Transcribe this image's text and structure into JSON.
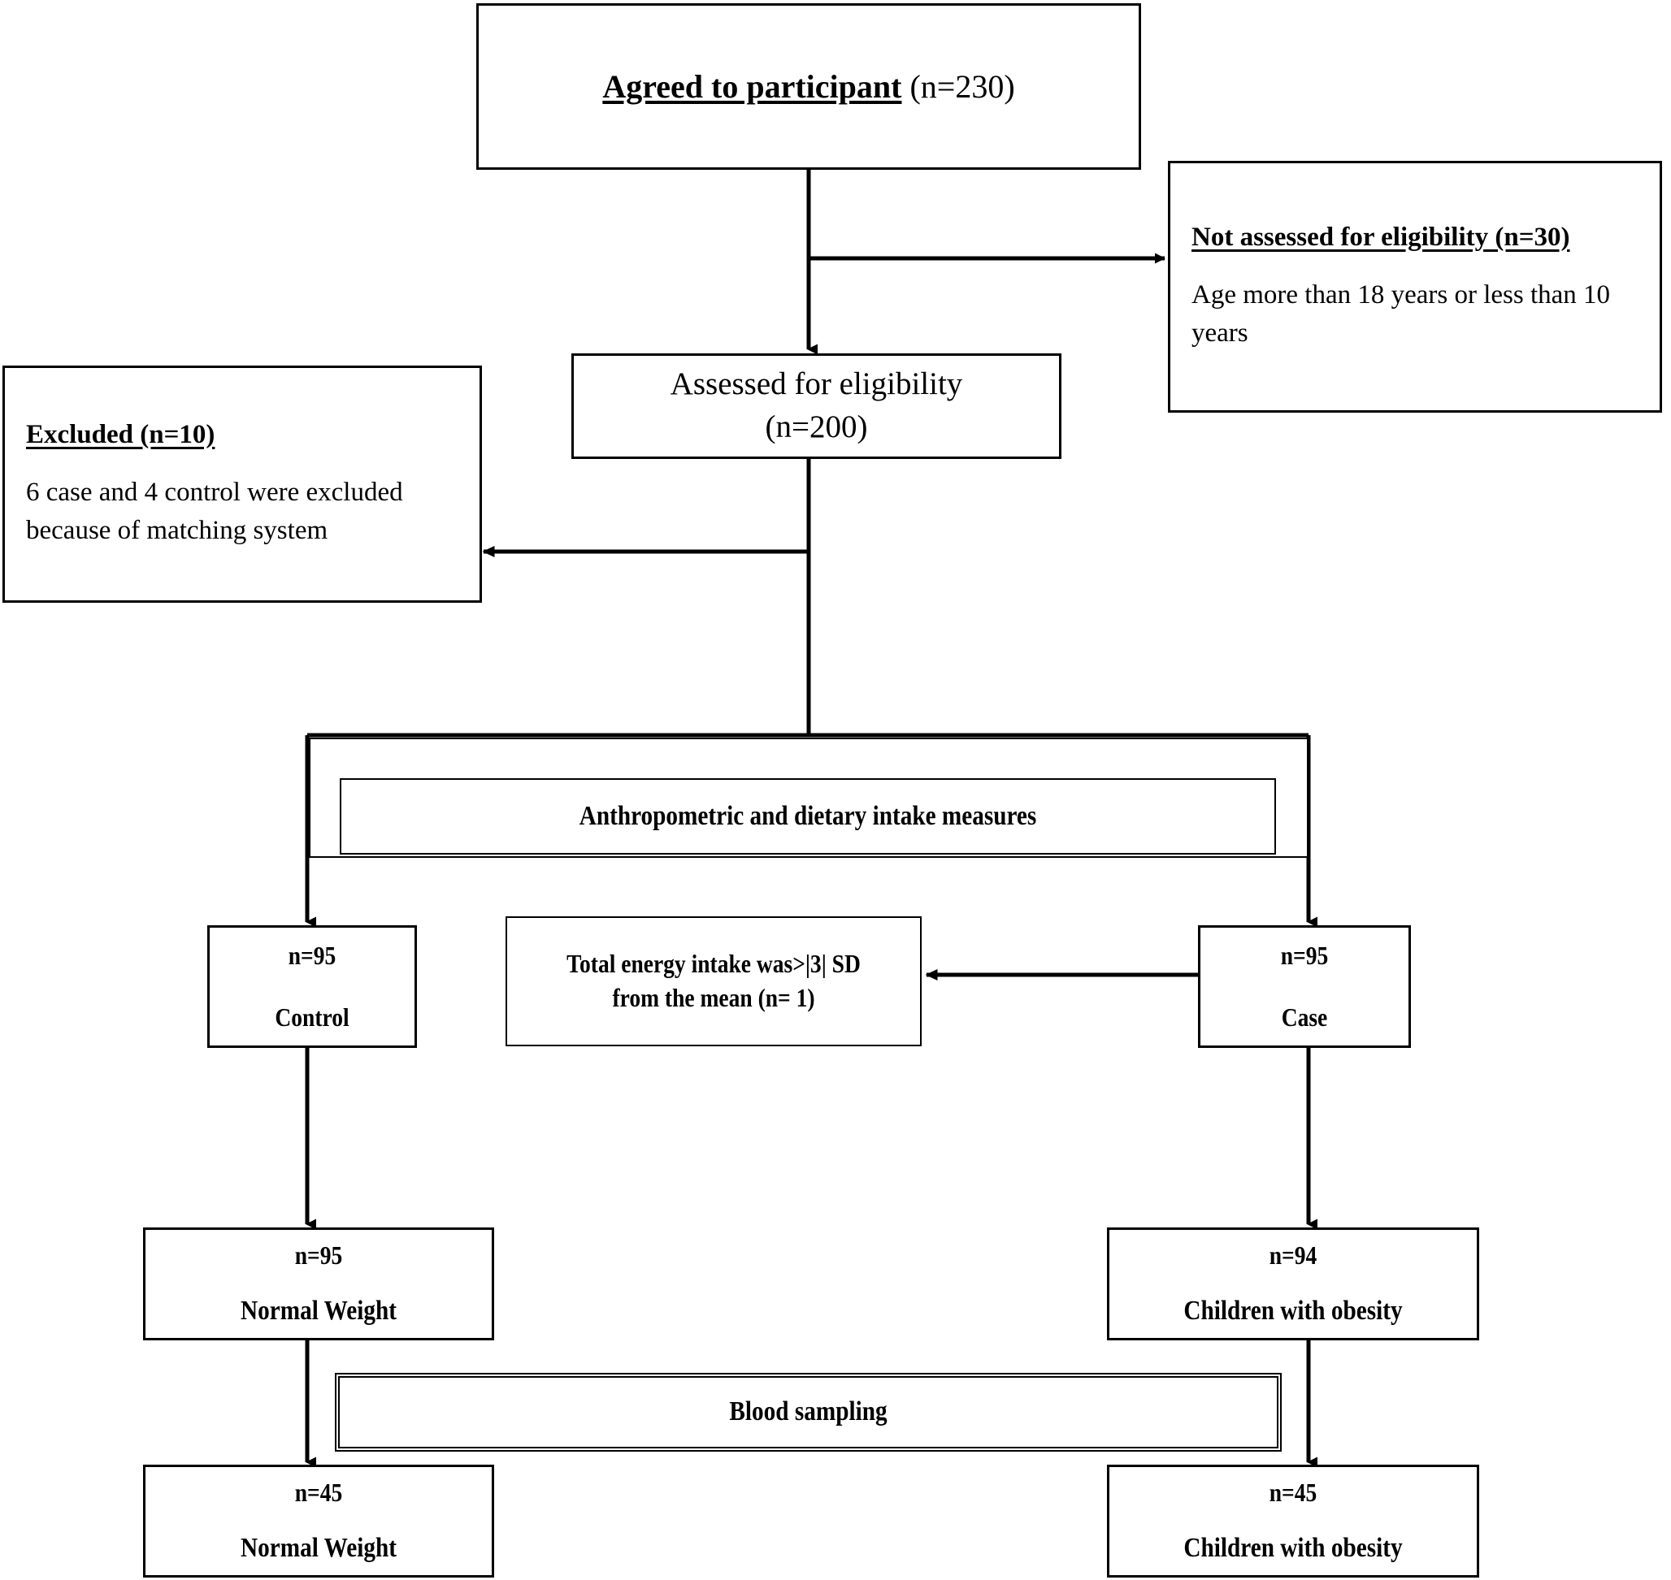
{
  "figure": {
    "type": "flowchart",
    "title": "Participant enrollment flow diagram",
    "orientation": "top-down",
    "background_color": "#ffffff",
    "line_color": "#000000"
  },
  "nodes": {
    "agreed": {
      "header": "Agreed to participant",
      "count": "(n=230)"
    },
    "not_assessed": {
      "header": "Not assessed for eligibility (n=30)",
      "body": "Age more than 18 years  or less than 10 years"
    },
    "assessed": {
      "line1": "Assessed for eligibility",
      "line2": "(n=200)"
    },
    "excluded": {
      "header": "Excluded (n=10)",
      "body": "6 case and 4 control were excluded because of matching system"
    },
    "anthropometric": {
      "label": "Anthropometric and dietary intake measures"
    },
    "control": {
      "count": "n=95",
      "label": "Control"
    },
    "energy_excluded": {
      "line1": "Total energy intake was>|3| SD",
      "line2": "from the mean (n= 1)"
    },
    "case": {
      "count": "n=95",
      "label": "Case"
    },
    "normal_weight_95": {
      "count": "n=95",
      "label": "Normal Weight"
    },
    "obesity_94": {
      "count": "n=94",
      "label": "Children with obesity"
    },
    "blood_sampling": {
      "label": "Blood sampling"
    },
    "normal_weight_45": {
      "count": "n=45",
      "label": "Normal Weight"
    },
    "obesity_45": {
      "count": "n=45",
      "label": "Children with obesity"
    }
  },
  "connectors": [
    {
      "name": "agreed-to-assessed",
      "from": "agreed",
      "to": "assessed",
      "arrow": "down"
    },
    {
      "name": "agreed-to-not-assessed",
      "from": "agreed",
      "to": "not_assessed",
      "arrow": "right"
    },
    {
      "name": "assessed-to-excluded",
      "from": "assessed",
      "to": "excluded",
      "arrow": "left"
    },
    {
      "name": "assessed-split-to-control",
      "from": "assessed",
      "to": "control",
      "arrow": "down"
    },
    {
      "name": "assessed-split-to-case",
      "from": "assessed",
      "to": "case",
      "arrow": "down"
    },
    {
      "name": "case-to-energy-excluded",
      "from": "case",
      "to": "energy_excluded",
      "arrow": "left"
    },
    {
      "name": "control-to-normal-weight-95",
      "from": "control",
      "to": "normal_weight_95",
      "arrow": "down"
    },
    {
      "name": "case-to-obesity-94",
      "from": "case",
      "to": "obesity_94",
      "arrow": "down"
    },
    {
      "name": "normal-weight-95-to-normal-weight-45",
      "from": "normal_weight_95",
      "to": "normal_weight_45",
      "arrow": "down"
    },
    {
      "name": "obesity-94-to-obesity-45",
      "from": "obesity_94",
      "to": "obesity_45",
      "arrow": "down"
    }
  ]
}
